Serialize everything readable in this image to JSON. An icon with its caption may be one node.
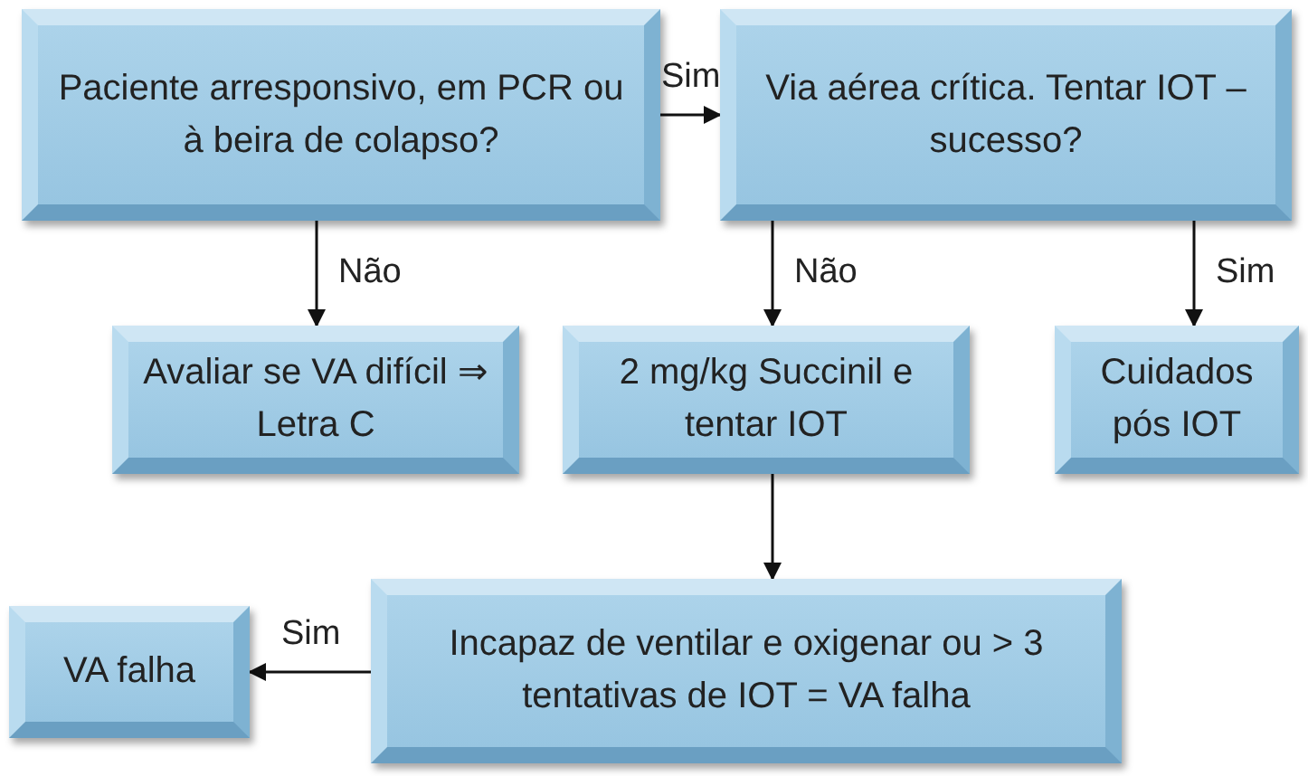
{
  "diagram": {
    "nodes": [
      {
        "text": [
          "Paciente arresponsivo, em PCR ou à beira de colapso?"
        ]
      },
      {
        "text": [
          "Via aérea crítica. Tentar IOT – sucesso?"
        ]
      },
      {
        "text": [
          "Avaliar se VA difícil ⇒ Letra C"
        ]
      },
      {
        "text": [
          "2 mg/kg Succinil e tentar IOT"
        ]
      },
      {
        "text": [
          "Cuidados pós IOT"
        ]
      },
      {
        "text": [
          "Incapaz de ventilar e oxigenar ou > 3 tentativas de IOT = VA falha"
        ]
      },
      {
        "text": [
          "VA falha"
        ]
      }
    ],
    "edges": [
      {
        "from": 0,
        "to": 1,
        "arrow": "to",
        "label": "Sim"
      },
      {
        "from": 0,
        "to": 2,
        "arrow": "to",
        "label": "Não"
      },
      {
        "from": 1,
        "to": 3,
        "arrow": "to",
        "label": "Não"
      },
      {
        "from": 1,
        "to": 4,
        "arrow": "to",
        "label": "Sim"
      },
      {
        "from": 3,
        "to": 5,
        "arrow": "to"
      },
      {
        "from": 5,
        "to": 6,
        "arrow": "to",
        "label": "Sim"
      }
    ]
  }
}
